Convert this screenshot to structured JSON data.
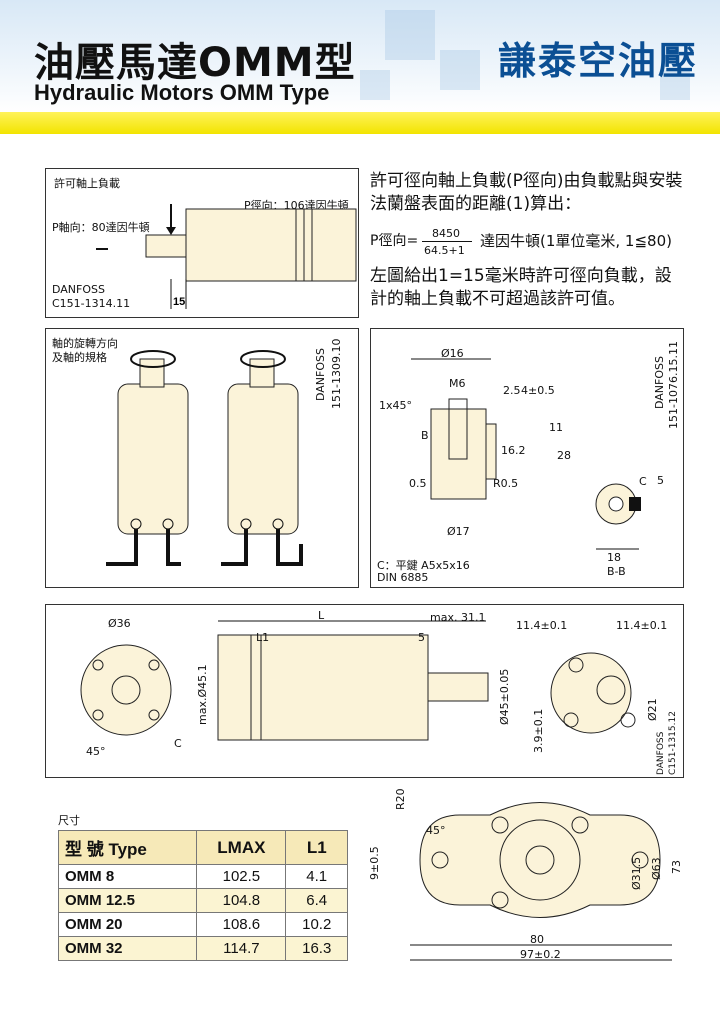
{
  "header": {
    "title_zh": "油壓馬達OMM型",
    "title_en": "Hydraulic Motors OMM Type",
    "brand": "謙泰空油壓"
  },
  "panel_load": {
    "title": "許可軸上負載",
    "radial_label": "P徑向：106達因牛頓",
    "axial_label": "P軸向：80達因牛頓",
    "maker": "DANFOSS",
    "code": "C151-1314.11",
    "dim": "15"
  },
  "formula_text": {
    "line1": "許可徑向軸上負載(P徑向)由負載點與安裝",
    "line2": "法蘭盤表面的距離(1)算出：",
    "lhs": "P徑向=",
    "numerator": "8450",
    "denominator": "64.5+1",
    "unit": "達因牛頓(1單位毫米, 1≦80)",
    "line3": "左圖給出1=15毫米時許可徑向負載，設",
    "line4": "計的軸上負載不可超過該許可值。"
  },
  "panel_rotation": {
    "title1": "軸的旋轉方向",
    "title2": "及軸的規格",
    "maker": "DANFOSS",
    "code": "151-1309.10"
  },
  "panel_shaft": {
    "d16": "Ø16",
    "m6": "M6",
    "chamfer": "1x45°",
    "d25": "2.5",
    "d4": "4±0.5",
    "d11": "11",
    "d16_2": "16.2",
    "d28": "28",
    "r05a": "0.5",
    "r05b": "R0.5",
    "d17": "Ø17",
    "key": "C：平鍵 A5x5x16",
    "din": "DIN 6885",
    "maker": "DANFOSS",
    "code": "151-1076.15.11",
    "d5": "5",
    "d18": "18",
    "bb": "B-B",
    "c": "C",
    "b": "B"
  },
  "panel_dims": {
    "d36": "Ø36",
    "angle": "45°",
    "c": "C",
    "L": "L",
    "L1": "L1",
    "five": "5",
    "max31": "max. 31.1",
    "maxd45": "max.Ø45.1",
    "d45": "Ø45±0.05",
    "d11a": "11.4±0.1",
    "d11b": "11.4±0.1",
    "d21": "Ø21",
    "d39": "3.9±0.1",
    "maker": "DANFOSS",
    "code": "C151-1315.12"
  },
  "panel_flange": {
    "r20": "R20",
    "angle": "45°",
    "d9": "9±0.5",
    "d31": "Ø31.5",
    "d63": "Ø63",
    "d73": "73",
    "w80": "80",
    "w97": "97±0.2"
  },
  "table": {
    "caption": "尺寸",
    "headers": [
      "型 號 Type",
      "LMAX",
      "L1"
    ],
    "rows": [
      [
        "OMM 8",
        "102.5",
        "4.1"
      ],
      [
        "OMM 12.5",
        "104.8",
        "6.4"
      ],
      [
        "OMM 20",
        "108.6",
        "10.2"
      ],
      [
        "OMM 32",
        "114.7",
        "16.3"
      ]
    ]
  },
  "colors": {
    "brand_blue": "#0b4f94",
    "band_yellow": "#f2e400",
    "motor_fill": "#fbf3d9",
    "table_header": "#f6e9b8"
  }
}
